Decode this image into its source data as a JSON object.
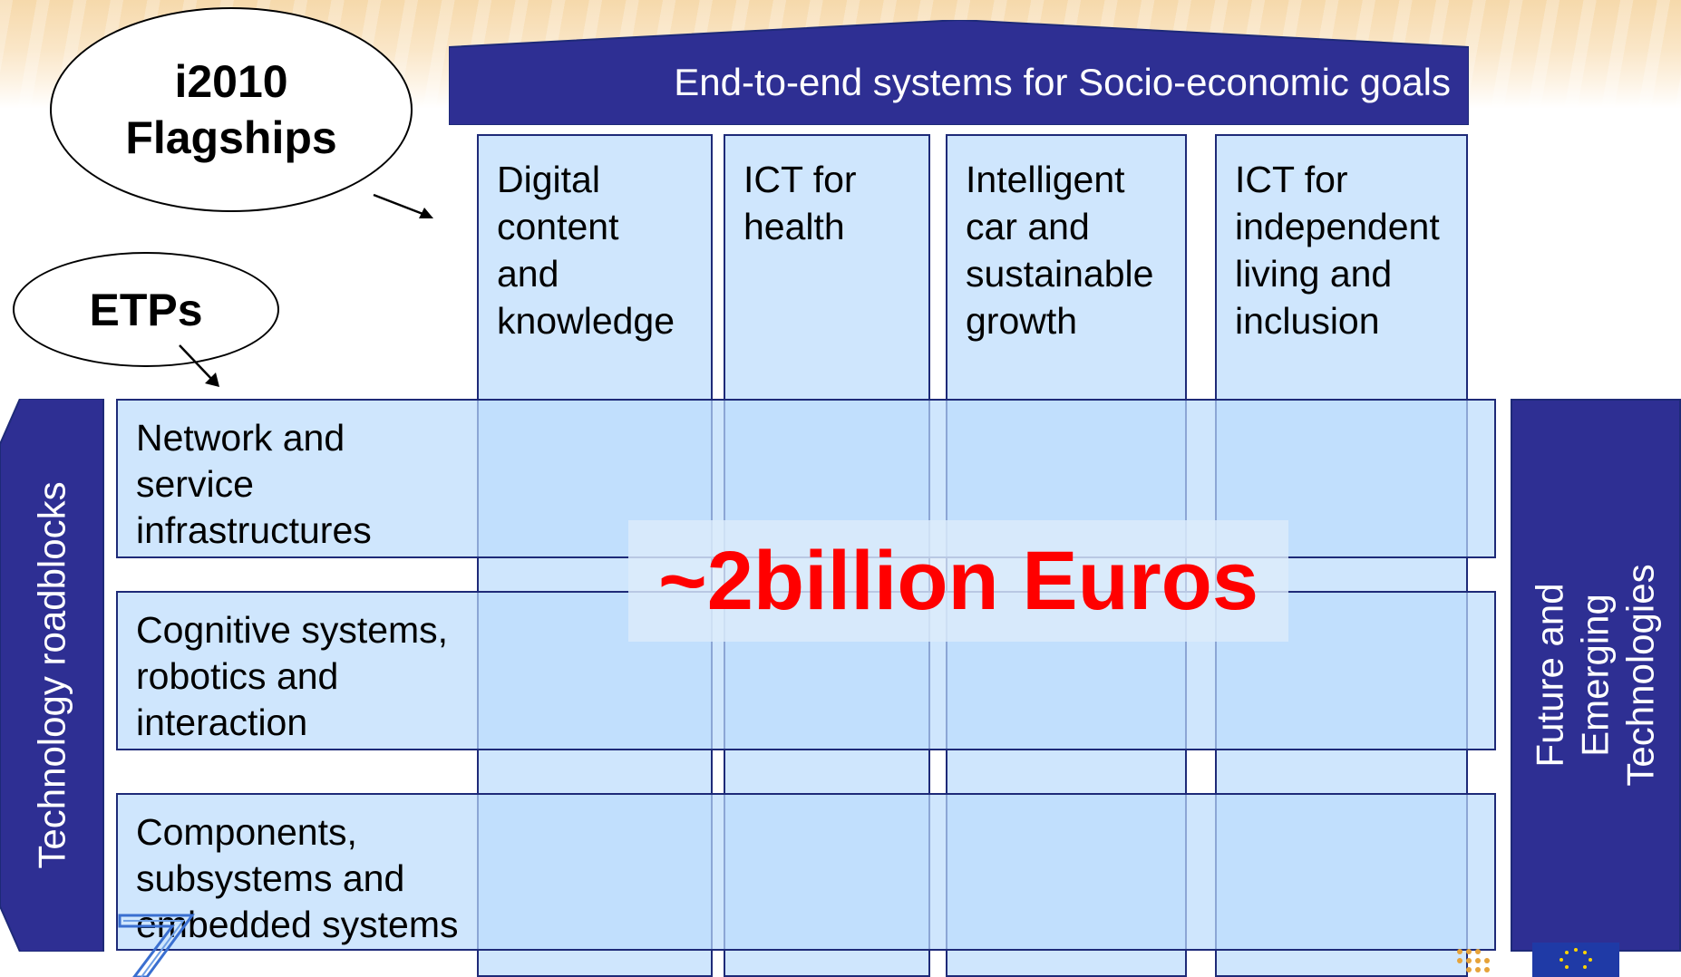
{
  "ovals": {
    "flagships_line1": "i2010",
    "flagships_line2": "Flagships",
    "etps": "ETPs"
  },
  "banner": {
    "title": "End-to-end systems for Socio-economic goals"
  },
  "columns": [
    {
      "label": "Digital\ncontent\nand\nknowledge"
    },
    {
      "label": "ICT for\nhealth"
    },
    {
      "label": "Intelligent\ncar and\nsustainable\ngrowth"
    },
    {
      "label": "ICT for\nindependent\nliving and\ninclusion"
    }
  ],
  "rows": [
    {
      "label": "Network and\nservice\ninfrastructures"
    },
    {
      "label": "Cognitive systems,\nrobotics and\ninteraction"
    },
    {
      "label": "Components,\nsubsystems and\nembedded systems"
    }
  ],
  "left_bar": {
    "label": "Technology roadblocks"
  },
  "right_bar": {
    "label": "Future and Emerging\nTechnologies"
  },
  "center": {
    "text": "~2billion Euros"
  },
  "colors": {
    "banner": "#2e2f93",
    "cell_fill": "#badcfc",
    "center_text": "#ff0000"
  },
  "icons": [
    "arrow-icon",
    "fp7-logo-icon",
    "eu-flag-icon"
  ]
}
